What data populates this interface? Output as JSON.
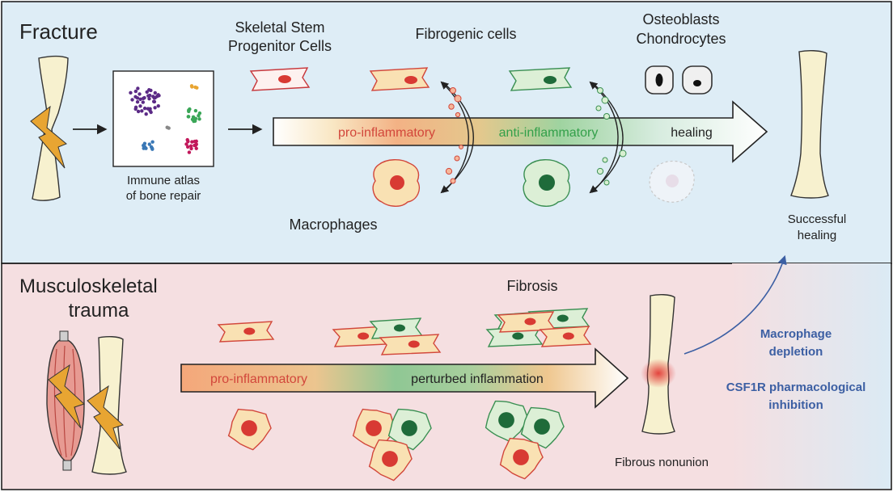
{
  "top": {
    "title": "Fracture",
    "cell_labels": {
      "sspc_line1": "Skeletal Stem",
      "sspc_line2": "Progenitor Cells",
      "fibrogenic": "Fibrogenic cells",
      "osteo_line1": "Osteoblasts",
      "osteo_line2": "Chondrocytes",
      "macrophages": "Macrophages"
    },
    "atlas_line1": "Immune atlas",
    "atlas_line2": "of bone repair",
    "arrow_labels": {
      "pro": "pro-inflammatory",
      "anti": "anti-inflammatory",
      "healing": "healing"
    },
    "outcome_line1": "Successful",
    "outcome_line2": "healing"
  },
  "bottom": {
    "title_line1": "Musculoskeletal",
    "title_line2": "trauma",
    "fibrosis": "Fibrosis",
    "arrow_labels": {
      "pro": "pro-inflammatory",
      "perturbed": "perturbed inflammation"
    },
    "outcome": "Fibrous nonunion",
    "intervention_1_line1": "Macrophage",
    "intervention_1_line2": "depletion",
    "intervention_2_line1": "CSF1R pharmacological",
    "intervention_2_line2": "inhibition"
  },
  "colors": {
    "top_panel": "#deedf6",
    "bottom_panel": "#f5dfe1",
    "pro_text": "#d2473b",
    "anti_text": "#33a04a",
    "intervention_text": "#3c5fa3",
    "bone": "#f7f1cf",
    "pro_cell_fill": "#f9e1b3",
    "pro_nucleus": "#d83a33",
    "anti_cell_fill": "#dcefd6",
    "anti_nucleus": "#1f6b3a",
    "sspc_fill": "#fdf1ef",
    "bolt": "#e8a532"
  },
  "icons": [
    "lightning-bolt-icon",
    "arrow-right-icon",
    "curved-arrow-icon"
  ]
}
